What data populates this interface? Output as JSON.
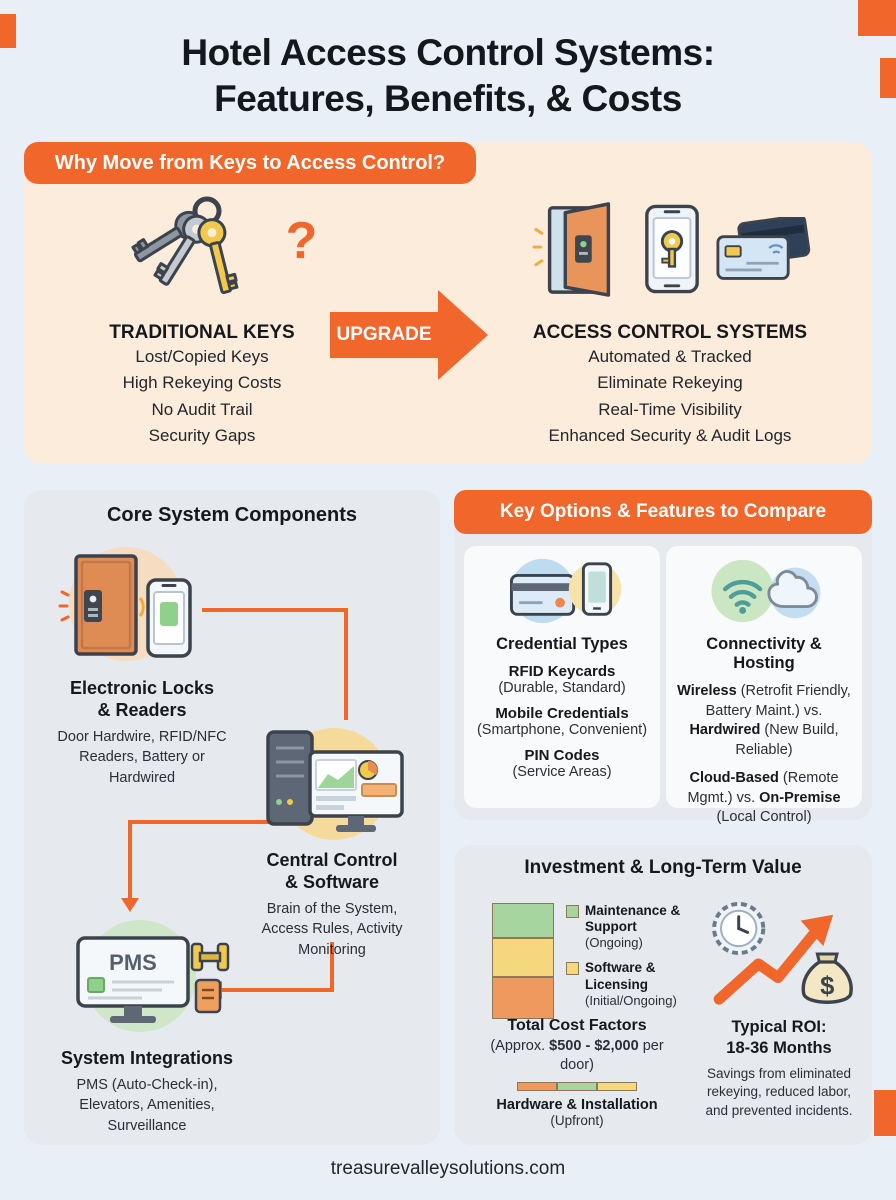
{
  "page": {
    "title_line1": "Hotel Access Control Systems:",
    "title_line2": "Features, Benefits, & Costs",
    "footer": "treasurevalleysolutions.com"
  },
  "colors": {
    "accent_orange": "#f1662a",
    "background": "#e9eff6",
    "panel_peach": "#fcecdb",
    "panel_gray": "#e6e9ed",
    "card_bg": "#f8fafb"
  },
  "why_move": {
    "header": "Why Move from Keys to Access Control?",
    "question_mark": "?",
    "upgrade_label": "UPGRADE",
    "traditional": {
      "title": "TRADITIONAL KEYS",
      "items": [
        "Lost/Copied Keys",
        "High Rekeying Costs",
        "No Audit Trail",
        "Security Gaps"
      ]
    },
    "access": {
      "title": "ACCESS CONTROL SYSTEMS",
      "items": [
        "Automated & Tracked",
        "Eliminate Rekeying",
        "Real-Time Visibility",
        "Enhanced Security & Audit Logs"
      ]
    }
  },
  "core_components": {
    "title": "Core System Components",
    "locks": {
      "title_line1": "Electronic Locks",
      "title_line2": "& Readers",
      "desc": "Door Hardwire, RFID/NFC Readers, Battery or Hardwired"
    },
    "central": {
      "title_line1": "Central Control",
      "title_line2": "& Software",
      "desc": "Brain of the System, Access Rules, Activity Monitoring"
    },
    "integrations": {
      "title": "System Integrations",
      "desc": "PMS (Auto-Check-in), Elevators, Amenities, Surveillance",
      "pms_label": "PMS"
    }
  },
  "key_options": {
    "header": "Key Options & Features to Compare",
    "credentials": {
      "title": "Credential Types",
      "items": [
        {
          "name": "RFID Keycards",
          "desc": "(Durable, Standard)"
        },
        {
          "name": "Mobile Credentials",
          "desc": "(Smartphone, Convenient)"
        },
        {
          "name": "PIN Codes",
          "desc": "(Service Areas)"
        }
      ]
    },
    "connectivity": {
      "title": "Connectivity & Hosting",
      "items": [
        {
          "bold1": "Wireless",
          "text1": " (Retrofit Friendly, Battery Maint.) vs. ",
          "bold2": "Hardwired",
          "text2": " (New Build, Reliable)"
        },
        {
          "bold1": "Cloud-Based",
          "text1": " (Remote Mgmt.) vs. ",
          "bold2": "On-Premise",
          "text2": " (Local Control)"
        }
      ]
    }
  },
  "investment": {
    "title": "Investment & Long-Term Value",
    "legend": [
      {
        "bold": "Maintenance & Support",
        "desc": "(Ongoing)",
        "color": "#a6d5a0"
      },
      {
        "bold": "Software & Licensing",
        "desc": "(Initial/Ongoing)",
        "color": "#f5d77d"
      }
    ],
    "cost": {
      "title": "Total Cost Factors",
      "pre": "(Approx. ",
      "amount1": "$500 -",
      "amount2": "$2,000",
      "post": " per door)",
      "hardware": "Hardware & Installation",
      "hardware_desc": "(Upfront)",
      "mini_bar_colors": [
        "#f0995e",
        "#a6d5a0",
        "#f5d77d"
      ]
    },
    "roi": {
      "title_line1": "Typical ROI:",
      "title_line2": "18-36 Months",
      "desc": "Savings from eliminated rekeying, reduced labor, and prevented incidents.",
      "money_symbol": "$"
    },
    "chart_data": {
      "type": "bar",
      "title": "Total Cost Factors",
      "segments": [
        {
          "label": "Maintenance & Support (Ongoing)",
          "color": "#a6d5a0",
          "height_pct": 30
        },
        {
          "label": "Software & Licensing (Initial/Ongoing)",
          "color": "#f5d77d",
          "height_pct": 34
        },
        {
          "label": "Hardware & Installation (Upfront)",
          "color": "#f0995e",
          "height_pct": 36
        }
      ]
    }
  }
}
